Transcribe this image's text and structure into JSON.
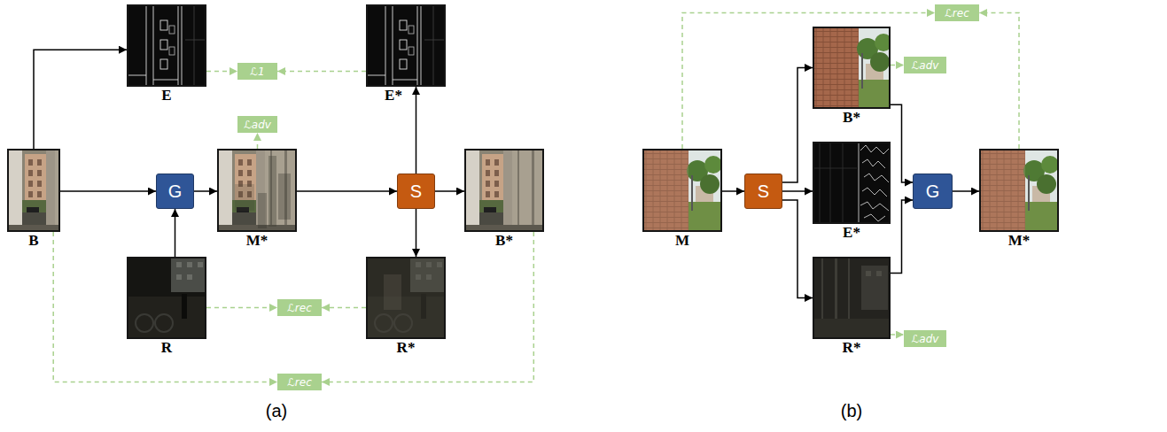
{
  "diagram": {
    "nodes": [
      {
        "text": [
          "E"
        ]
      },
      {
        "text": [
          "ℒ1"
        ]
      },
      {
        "text": [
          "E*"
        ]
      },
      {
        "text": [
          "ℒadv"
        ]
      },
      {
        "text": [
          "B"
        ]
      },
      {
        "text": [
          "G"
        ]
      },
      {
        "text": [
          "M*"
        ]
      },
      {
        "text": [
          "S"
        ]
      },
      {
        "text": [
          "B*"
        ]
      },
      {
        "text": [
          "R"
        ]
      },
      {
        "text": [
          "ℒrec"
        ]
      },
      {
        "text": [
          "R*"
        ]
      },
      {
        "text": [
          "ℒrec"
        ]
      },
      {
        "text": [
          "ℒrec"
        ]
      },
      {
        "text": [
          "B*"
        ]
      },
      {
        "text": [
          "ℒadv"
        ]
      },
      {
        "text": [
          "M"
        ]
      },
      {
        "text": [
          "S"
        ]
      },
      {
        "text": [
          "E*"
        ]
      },
      {
        "text": [
          "G"
        ]
      },
      {
        "text": [
          "M*"
        ]
      },
      {
        "text": [
          "R*"
        ]
      },
      {
        "text": [
          "ℒadv"
        ]
      }
    ],
    "edges": [
      {
        "from": 4,
        "to": 0,
        "arrow": "to"
      },
      {
        "from": 4,
        "to": 5,
        "arrow": "to"
      },
      {
        "from": 9,
        "to": 5,
        "arrow": "to"
      },
      {
        "from": 5,
        "to": 6,
        "arrow": "to"
      },
      {
        "from": 6,
        "to": 7,
        "arrow": "to"
      },
      {
        "from": 7,
        "to": 2,
        "arrow": "to"
      },
      {
        "from": 7,
        "to": 11,
        "arrow": "to"
      },
      {
        "from": 7,
        "to": 8,
        "arrow": "to"
      },
      {
        "from": 0,
        "to": 1,
        "arrow": "to"
      },
      {
        "from": 2,
        "to": 1,
        "arrow": "to"
      },
      {
        "from": 6,
        "to": 3,
        "arrow": "to"
      },
      {
        "from": 9,
        "to": 10,
        "arrow": "to"
      },
      {
        "from": 11,
        "to": 10,
        "arrow": "to"
      },
      {
        "from": 4,
        "to": 12,
        "arrow": "to"
      },
      {
        "from": 8,
        "to": 12,
        "arrow": "to"
      },
      {
        "from": 16,
        "to": 17,
        "arrow": "to"
      },
      {
        "from": 17,
        "to": 14,
        "arrow": "to"
      },
      {
        "from": 17,
        "to": 18,
        "arrow": "to"
      },
      {
        "from": 17,
        "to": 21,
        "arrow": "to"
      },
      {
        "from": 14,
        "to": 19,
        "arrow": "to"
      },
      {
        "from": 21,
        "to": 19,
        "arrow": "to"
      },
      {
        "from": 19,
        "to": 20,
        "arrow": "to"
      },
      {
        "from": 16,
        "to": 13,
        "arrow": "to"
      },
      {
        "from": 20,
        "to": 13,
        "arrow": "to"
      },
      {
        "from": 14,
        "to": 15,
        "arrow": "to"
      },
      {
        "from": 21,
        "to": 22,
        "arrow": "to"
      }
    ],
    "labels": [
      "(a)",
      "(b)"
    ]
  }
}
